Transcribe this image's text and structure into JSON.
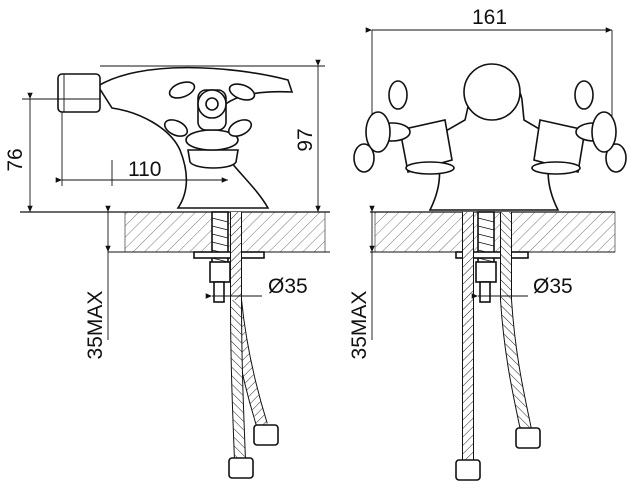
{
  "dimensions": {
    "side_width": "110",
    "side_height_spout": "76",
    "side_height_total": "97",
    "side_diameter": "Ø35",
    "side_max_thickness": "35MAX",
    "front_width": "161",
    "front_diameter": "Ø35",
    "front_max_thickness": "35MAX"
  }
}
